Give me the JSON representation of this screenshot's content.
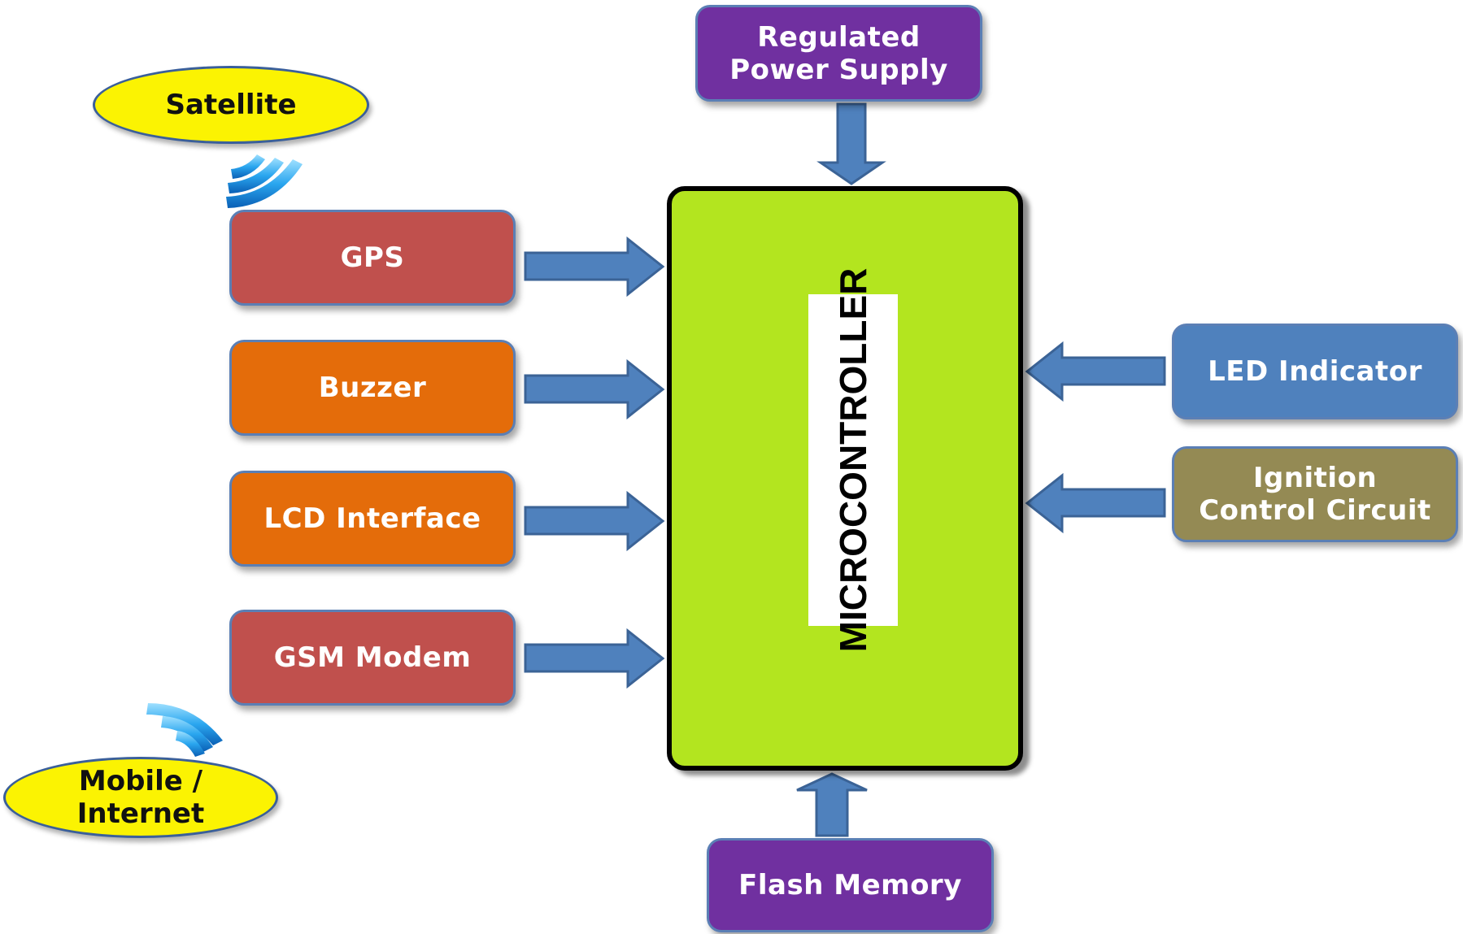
{
  "colors": {
    "arrow": "#4f81bd",
    "arrow_stroke": "#3b6396",
    "red_block": "#c0504d",
    "orange_block": "#e46c0a",
    "purple_block": "#7030a0",
    "blue_block": "#4f81bd",
    "olive_block": "#948a54",
    "microcontroller": "#b3e51f",
    "ellipse": "#fbf302"
  },
  "icons": {
    "satellite_signal": "wireless-signal-icon",
    "mobile_signal": "wireless-signal-icon"
  },
  "blocks": {
    "power_supply": "Regulated\nPower Supply",
    "gps": "GPS",
    "buzzer": "Buzzer",
    "lcd": "LCD Interface",
    "gsm": "GSM Modem",
    "led": "LED Indicator",
    "ignition": "Ignition\nControl Circuit",
    "flash": "Flash Memory",
    "microcontroller": "MICROCONTROLLER"
  },
  "ellipses": {
    "satellite": "Satellite",
    "mobile": "Mobile /\nInternet"
  }
}
